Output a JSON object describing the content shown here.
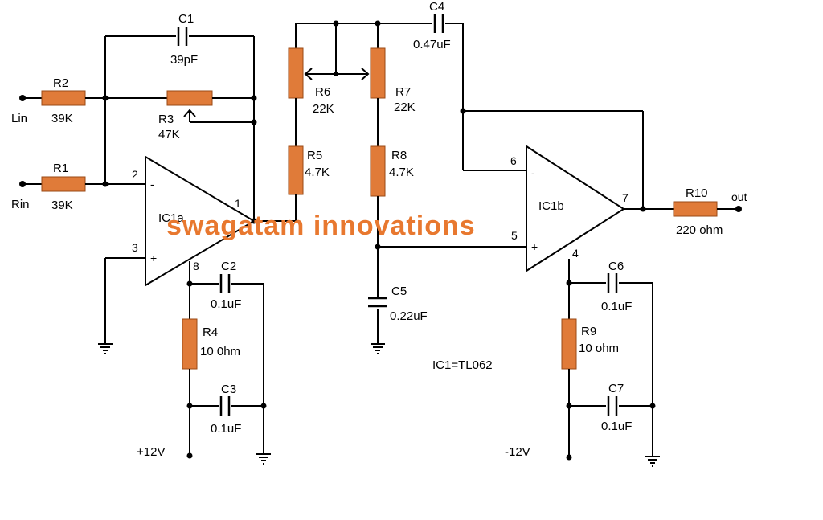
{
  "watermark": "swagatam innovations",
  "ic_note": "IC1=TL062",
  "ports": {
    "lin": "Lin",
    "rin": "Rin",
    "out": "out",
    "vpos": "+12V",
    "vneg": "-12V"
  },
  "opamps": {
    "ic1a": {
      "name": "IC1a",
      "pin_inv": "2",
      "pin_noninv": "3",
      "pin_out": "1",
      "pin_supply": "8",
      "minus": "-",
      "plus": "+"
    },
    "ic1b": {
      "name": "IC1b",
      "pin_inv": "6",
      "pin_noninv": "5",
      "pin_out": "7",
      "pin_supply": "4",
      "minus": "-",
      "plus": "+"
    }
  },
  "resistors": {
    "r1": {
      "ref": "R1",
      "value": "39K"
    },
    "r2": {
      "ref": "R2",
      "value": "39K"
    },
    "r3": {
      "ref": "R3",
      "value": "47K"
    },
    "r4": {
      "ref": "R4",
      "value": "10 0hm"
    },
    "r5": {
      "ref": "R5",
      "value": "4.7K"
    },
    "r6": {
      "ref": "R6",
      "value": "22K"
    },
    "r7": {
      "ref": "R7",
      "value": "22K"
    },
    "r8": {
      "ref": "R8",
      "value": "4.7K"
    },
    "r9": {
      "ref": "R9",
      "value": "10 ohm"
    },
    "r10": {
      "ref": "R10",
      "value": "220 ohm"
    }
  },
  "capacitors": {
    "c1": {
      "ref": "C1",
      "value": "39pF"
    },
    "c2": {
      "ref": "C2",
      "value": "0.1uF"
    },
    "c3": {
      "ref": "C3",
      "value": "0.1uF"
    },
    "c4": {
      "ref": "C4",
      "value": "0.47uF"
    },
    "c5": {
      "ref": "C5",
      "value": "0.22uF"
    },
    "c6": {
      "ref": "C6",
      "value": "0.1uF"
    },
    "c7": {
      "ref": "C7",
      "value": "0.1uF"
    }
  }
}
